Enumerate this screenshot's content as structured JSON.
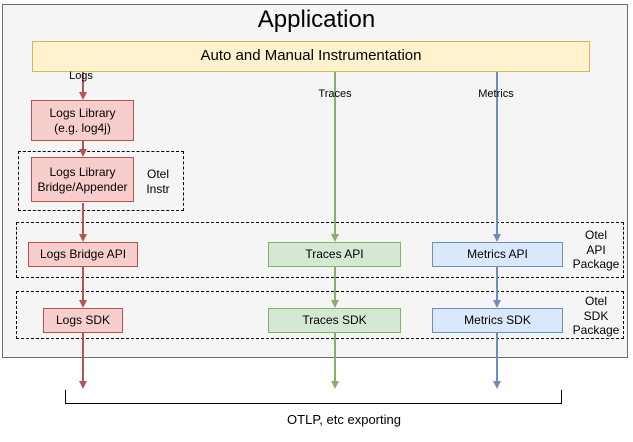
{
  "app": {
    "title": "Application",
    "instrumentation": "Auto and Manual Instrumentation"
  },
  "edges": {
    "logs": {
      "label": "Logs"
    },
    "traces": {
      "label": "Traces"
    },
    "metrics": {
      "label": "Metrics"
    }
  },
  "nodes": {
    "logs_library": {
      "line1": "Logs Library",
      "line2": "(e.g. log4j)"
    },
    "logs_bridge": {
      "line1": "Logs Library",
      "line2": "Bridge/Appender"
    },
    "otel_instr": {
      "line1": "Otel",
      "line2": "Instr"
    },
    "logs_bridge_api": {
      "label": "Logs Bridge API"
    },
    "traces_api": {
      "label": "Traces API"
    },
    "metrics_api": {
      "label": "Metrics API"
    },
    "logs_sdk": {
      "label": "Logs SDK"
    },
    "traces_sdk": {
      "label": "Traces SDK"
    },
    "metrics_sdk": {
      "label": "Metrics SDK"
    }
  },
  "packages": {
    "api": {
      "line1": "Otel",
      "line2": "API",
      "line3": "Package"
    },
    "sdk": {
      "line1": "Otel",
      "line2": "SDK",
      "line3": "Package"
    }
  },
  "footer": {
    "exporting": "OTLP, etc exporting"
  },
  "colors": {
    "logs_stroke": "#B85450",
    "logs_fill": "#F8CECC",
    "traces_stroke": "#82B366",
    "traces_fill": "#D5E8D4",
    "metrics_stroke": "#6C8EBF",
    "metrics_fill": "#DAE8FC",
    "instrumentation_stroke": "#D6B656",
    "instrumentation_fill": "#FFF2CC",
    "container_fill": "#F5F5F5",
    "container_stroke": "#666666"
  }
}
